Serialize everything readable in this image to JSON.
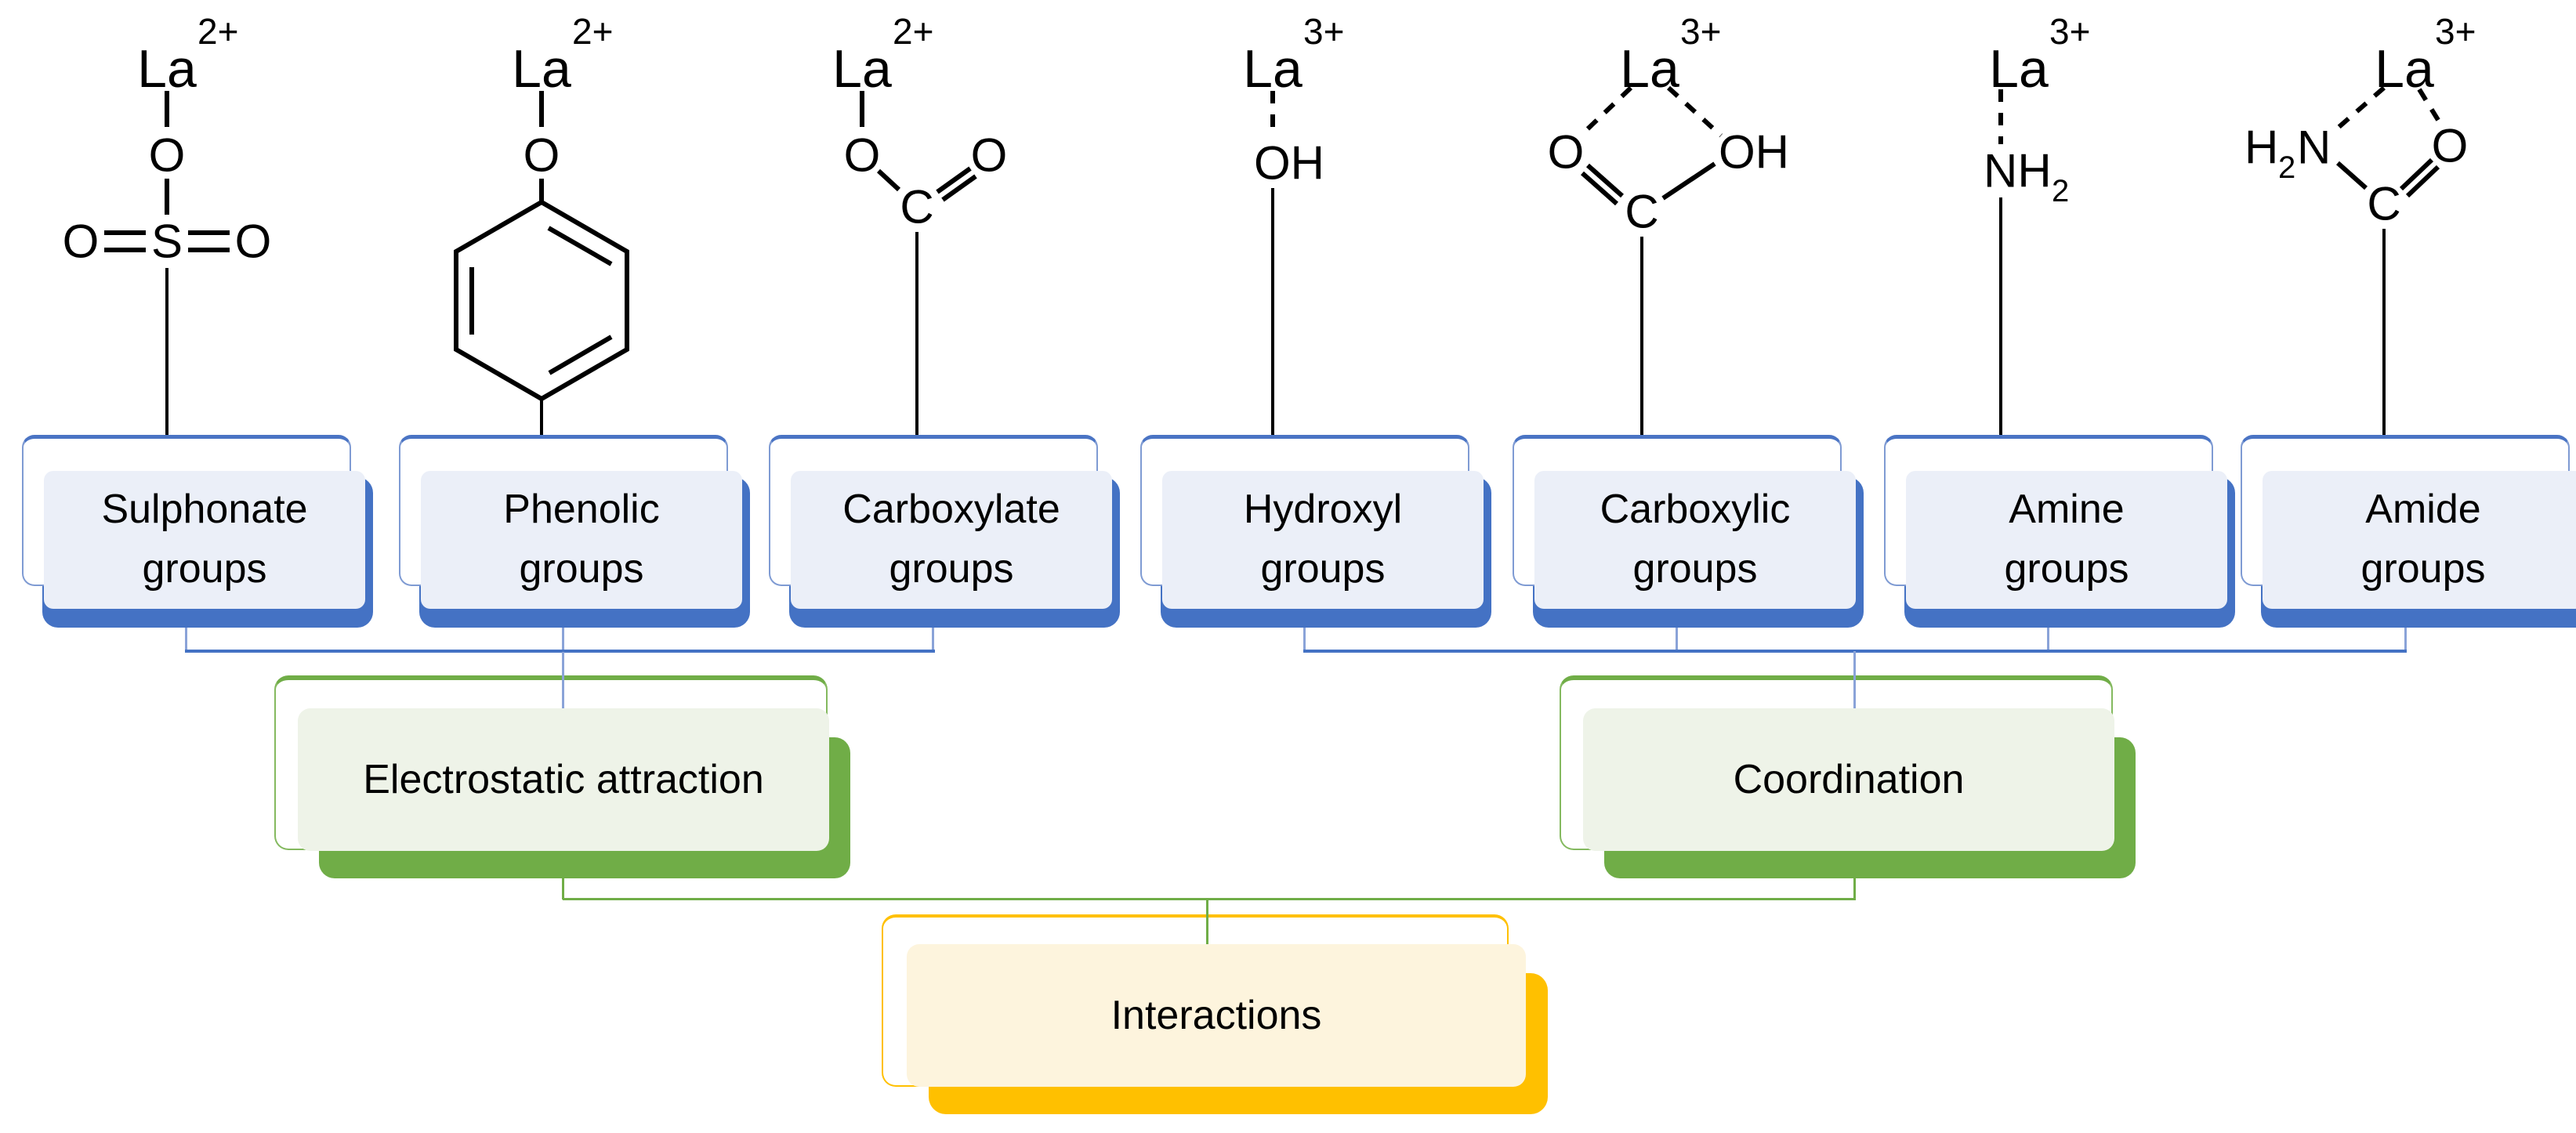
{
  "diagram": {
    "groups": [
      {
        "id": "sulphonate",
        "charge": "2+",
        "label_line1": "Sulphonate",
        "label_line2": "groups"
      },
      {
        "id": "phenolic",
        "charge": "2+",
        "label_line1": "Phenolic",
        "label_line2": "groups"
      },
      {
        "id": "carboxylate",
        "charge": "2+",
        "label_line1": "Carboxylate",
        "label_line2": "groups"
      },
      {
        "id": "hydroxyl",
        "charge": "3+",
        "label_line1": "Hydroxyl",
        "label_line2": "groups"
      },
      {
        "id": "carboxylic",
        "charge": "3+",
        "label_line1": "Carboxylic",
        "label_line2": "groups"
      },
      {
        "id": "amine",
        "charge": "3+",
        "label_line1": "Amine",
        "label_line2": "groups"
      },
      {
        "id": "amide",
        "charge": "3+",
        "label_line1": "Amide",
        "label_line2": "groups"
      }
    ],
    "atoms": {
      "sulphonate": {
        "la": "La",
        "o_top": "O",
        "o_left": "O",
        "s": "S",
        "o_right": "O"
      },
      "phenolic": {
        "la": "La",
        "o": "O"
      },
      "carboxylate": {
        "la": "La",
        "o_left": "O",
        "c": "C",
        "o_right": "O"
      },
      "hydroxyl": {
        "la": "La",
        "oh": "OH"
      },
      "carboxylic": {
        "la": "La",
        "o_left": "O",
        "oh": "OH",
        "c": "C"
      },
      "amine": {
        "la": "La",
        "nh": "NH",
        "sub": "2"
      },
      "amide": {
        "la": "La",
        "h": "H",
        "sub": "2",
        "n": "N",
        "o": "O",
        "c": "C"
      }
    },
    "mechanisms": [
      {
        "id": "electrostatic",
        "label": "Electrostatic attraction"
      },
      {
        "id": "coordination",
        "label": "Coordination"
      }
    ],
    "outcome": {
      "label": "Interactions"
    },
    "colors": {
      "blue-shadow": "#4472c4",
      "blue-edge": "#7f9bd3",
      "blue-edge-top": "#4a74c4",
      "blue-fill": "#ebeff8",
      "blue-line": "#4472c4",
      "blue-stub": "#8aa3d8",
      "green-shadow": "#70ad47",
      "green-edge": "#84b95f",
      "green-fill": "#eef3e8",
      "green-line": "#70ad47",
      "yellow-shadow": "#ffc000",
      "yellow-edge": "#ffc000",
      "yellow-fill": "#fdf4dd",
      "ink": "#000000"
    }
  }
}
